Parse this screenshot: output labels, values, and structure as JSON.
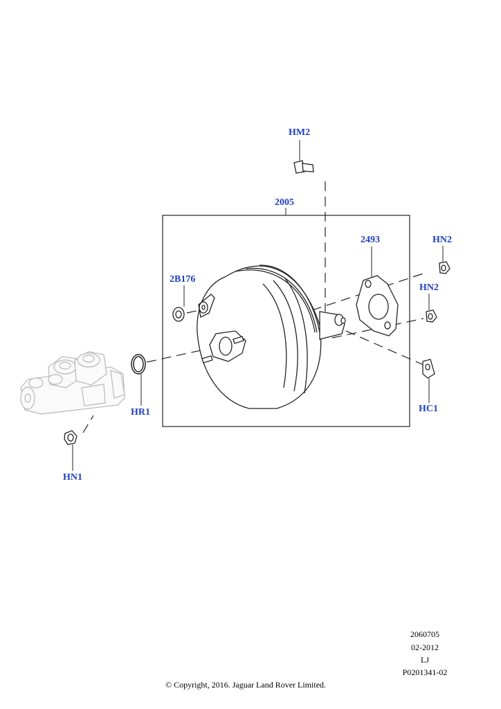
{
  "callouts": {
    "hm2": "HM2",
    "assembly": "2005",
    "gasket": "2493",
    "hn2_top": "HN2",
    "hn2_lower": "HN2",
    "seal": "2B176",
    "ring": "HR1",
    "clip": "HC1",
    "nut": "HN1"
  },
  "footer": {
    "line1": "2060705",
    "line2": "02-2012",
    "line3": "LJ",
    "line4": "P0201341-02",
    "copyright": "© Copyright, 2016. Jaguar Land Rover Limited."
  },
  "colors": {
    "callout": "#1f3fbf",
    "line": "#222222",
    "ghost": "#b8b8b8"
  }
}
